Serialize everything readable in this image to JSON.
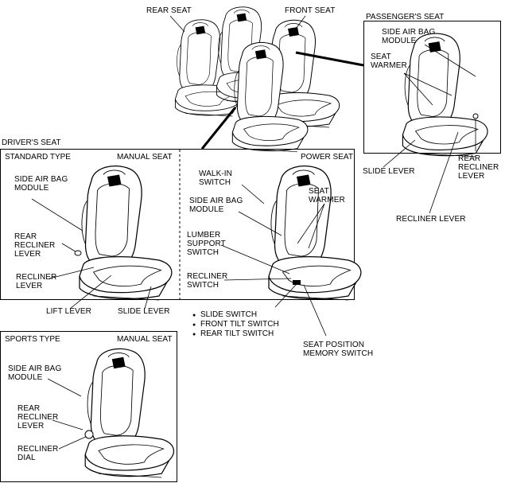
{
  "sections": {
    "drivers_seat": "DRIVER'S SEAT",
    "passengers_seat": "PASSENGER'S SEAT",
    "standard_type": "STANDARD TYPE",
    "sports_type": "SPORTS TYPE",
    "manual_seat_std": "MANUAL SEAT",
    "power_seat": "POWER SEAT",
    "manual_seat_sports": "MANUAL SEAT"
  },
  "labels": {
    "rear_seat": "REAR SEAT",
    "front_seat": "FRONT SEAT",
    "pass_side_air_bag": "SIDE AIR BAG\nMODULE",
    "pass_seat_warmer": "SEAT\nWARMER",
    "pass_slide_lever": "SLIDE LEVER",
    "pass_rear_recliner": "REAR\nRECLINER\nLEVER",
    "pass_recliner_lever": "RECLINER LEVER",
    "std_side_air_bag": "SIDE AIR BAG\nMODULE",
    "std_rear_recliner": "REAR\nRECLINER\nLEVER",
    "std_recliner_lever": "RECLINER\nLEVER",
    "std_lift_lever": "LIFT LEVER",
    "std_slide_lever": "SLIDE LEVER",
    "pwr_walk_in": "WALK-IN\nSWITCH",
    "pwr_side_air_bag": "SIDE AIR BAG\nMODULE",
    "pwr_seat_warmer": "SEAT\nWARMER",
    "pwr_lumber": "LUMBER\nSUPPORT\nSWITCH",
    "pwr_recliner_switch": "RECLINER\nSWITCH",
    "pwr_memory": "SEAT POSITION\nMEMORY SWITCH",
    "sp_side_air_bag": "SIDE AIR BAG\nMODULE",
    "sp_rear_recliner": "REAR\nRECLINER\nLEVER",
    "sp_recliner_dial": "RECLINER\nDIAL"
  },
  "switch_list": [
    "SLIDE SWITCH",
    "FRONT TILT SWITCH",
    "REAR TILT SWITCH"
  ]
}
